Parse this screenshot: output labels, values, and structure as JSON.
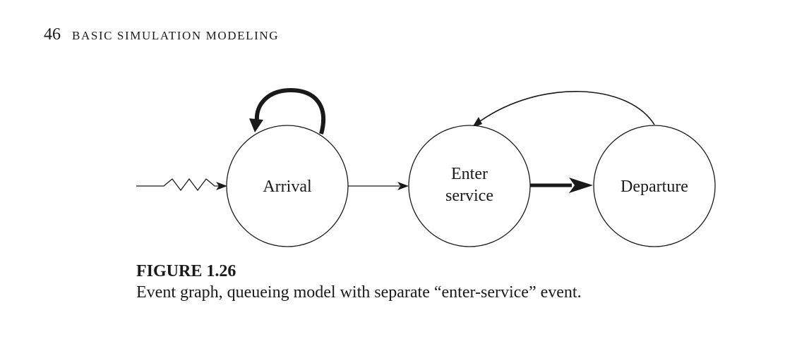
{
  "running_head": {
    "page_number": "46",
    "section_title": "BASIC SIMULATION MODELING"
  },
  "diagram": {
    "nodes": [
      {
        "id": "arrival",
        "label": "Arrival"
      },
      {
        "id": "enter-service",
        "label": "Enter",
        "label2": "service"
      },
      {
        "id": "departure",
        "label": "Departure"
      }
    ],
    "edges": [
      {
        "from": "external",
        "to": "arrival",
        "style": "zigzag"
      },
      {
        "from": "arrival",
        "to": "arrival",
        "style": "thick-self-loop"
      },
      {
        "from": "arrival",
        "to": "enter-service",
        "style": "thin"
      },
      {
        "from": "enter-service",
        "to": "departure",
        "style": "thick"
      },
      {
        "from": "departure",
        "to": "enter-service",
        "style": "thin-curved"
      }
    ]
  },
  "figure": {
    "label": "FIGURE 1.26",
    "caption": "Event graph, queueing model with separate “enter-service” event."
  }
}
